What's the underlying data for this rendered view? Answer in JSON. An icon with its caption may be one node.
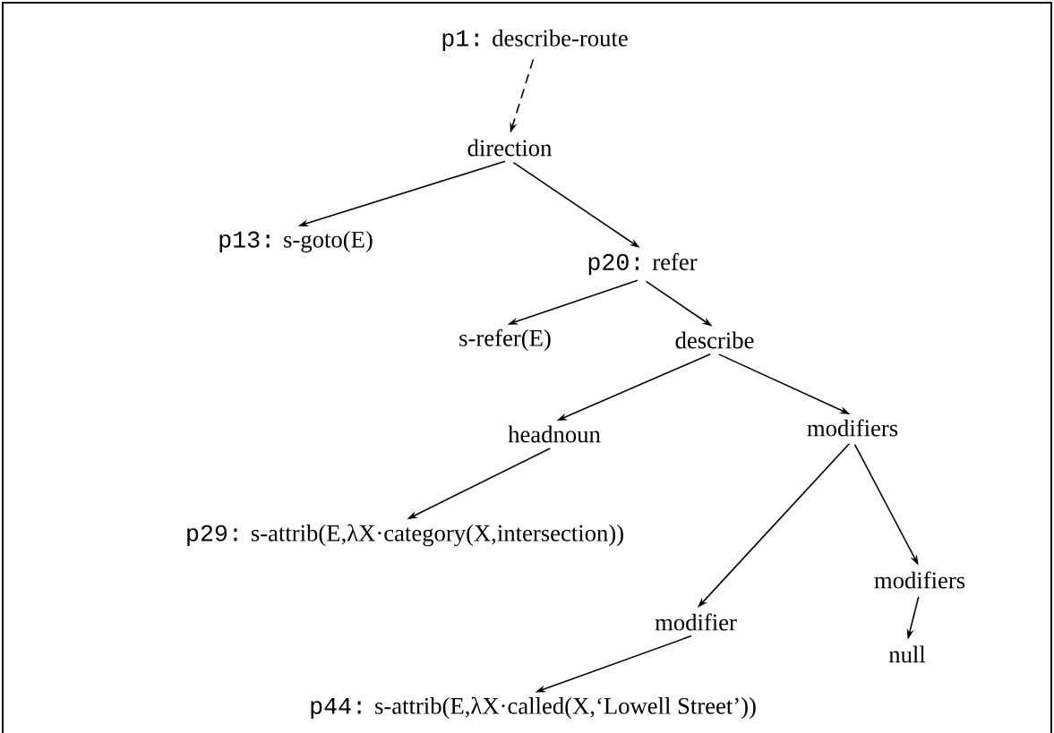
{
  "diagram": {
    "nodes": [
      {
        "text": [
          "p1:",
          "describe-route"
        ]
      },
      {
        "text": [
          "direction"
        ]
      },
      {
        "text": [
          "p13:",
          "s-goto(E)"
        ]
      },
      {
        "text": [
          "p20:",
          "refer"
        ]
      },
      {
        "text": [
          "s-refer(E)"
        ]
      },
      {
        "text": [
          "describe"
        ]
      },
      {
        "text": [
          "headnoun"
        ]
      },
      {
        "text": [
          "modifiers"
        ]
      },
      {
        "text": [
          "p29:",
          "s-attrib(E,λX·category(X,intersection))"
        ]
      },
      {
        "text": [
          "modifiers"
        ]
      },
      {
        "text": [
          "modifier"
        ]
      },
      {
        "text": [
          "null"
        ]
      },
      {
        "text": [
          "p44:",
          "s-attrib(E,λX·called(X,‘Lowell Street’))"
        ]
      }
    ],
    "edges": [
      {
        "from": 0,
        "to": 1,
        "arrow": "to",
        "style": "dashed"
      },
      {
        "from": 1,
        "to": 2,
        "arrow": "to"
      },
      {
        "from": 1,
        "to": 3,
        "arrow": "to"
      },
      {
        "from": 3,
        "to": 4,
        "arrow": "to"
      },
      {
        "from": 3,
        "to": 5,
        "arrow": "to"
      },
      {
        "from": 5,
        "to": 6,
        "arrow": "to"
      },
      {
        "from": 5,
        "to": 7,
        "arrow": "to"
      },
      {
        "from": 6,
        "to": 8,
        "arrow": "to"
      },
      {
        "from": 7,
        "to": 10,
        "arrow": "to"
      },
      {
        "from": 7,
        "to": 9,
        "arrow": "to"
      },
      {
        "from": 10,
        "to": 12,
        "arrow": "to"
      },
      {
        "from": 9,
        "to": 11,
        "arrow": "to"
      }
    ]
  }
}
